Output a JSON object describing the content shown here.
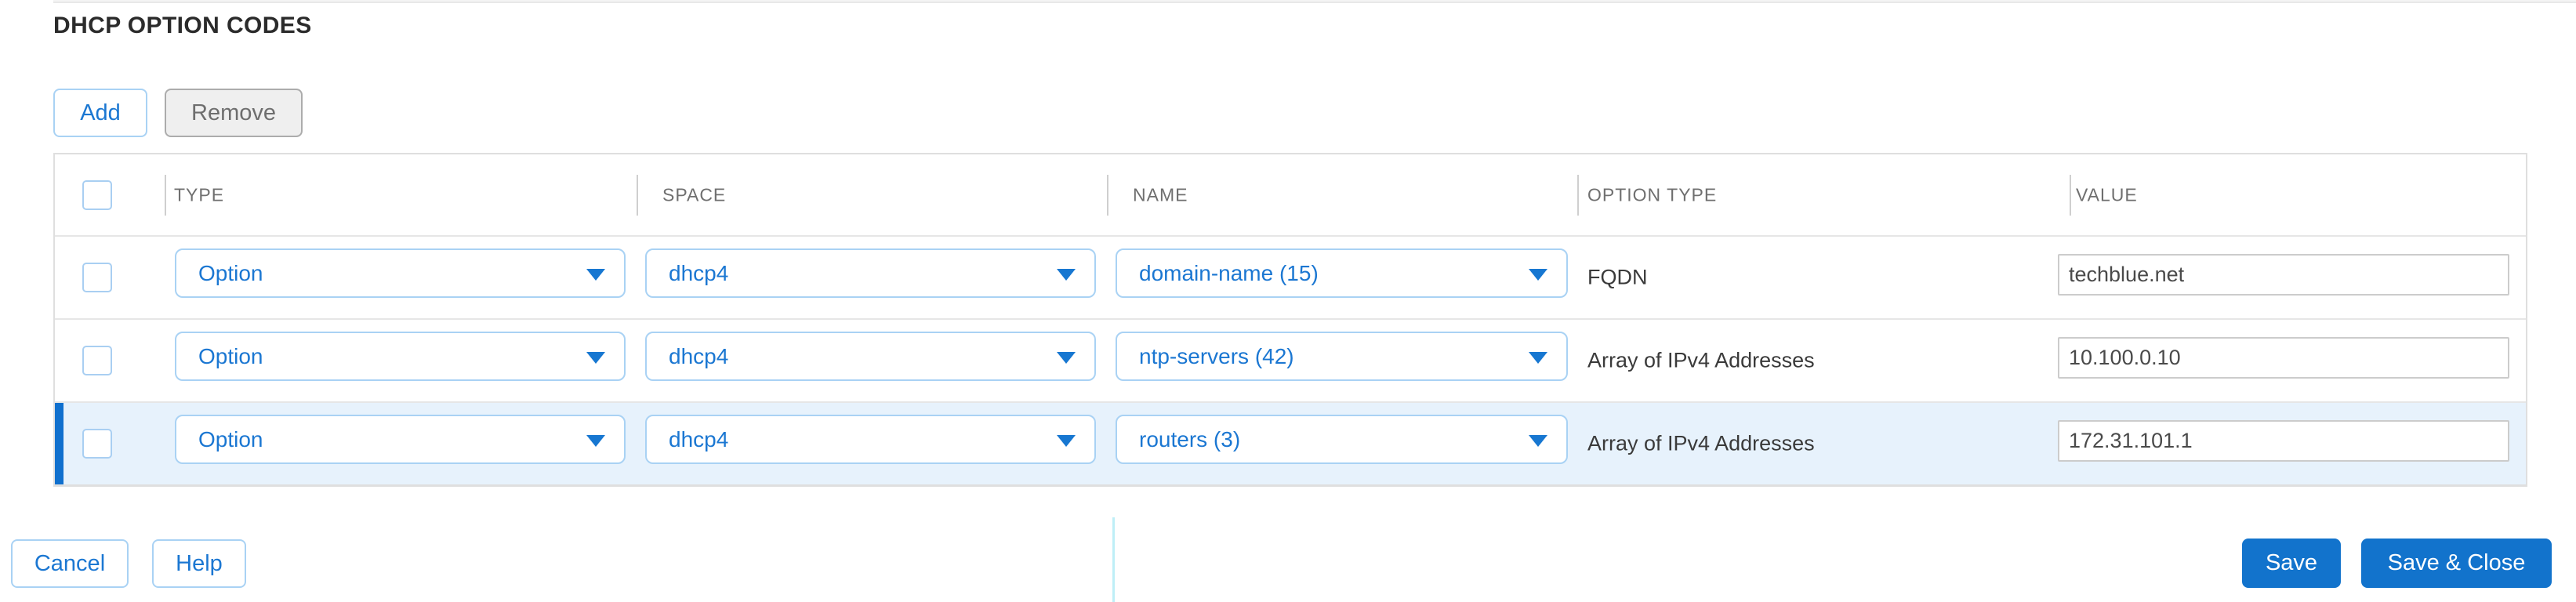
{
  "title": "DHCP OPTION CODES",
  "toolbar": {
    "add_label": "Add",
    "remove_label": "Remove"
  },
  "table": {
    "headers": {
      "type": "TYPE",
      "space": "SPACE",
      "name": "NAME",
      "option_type": "OPTION TYPE",
      "value": "VALUE"
    },
    "rows": [
      {
        "type": "Option",
        "space": "dhcp4",
        "name": "domain-name (15)",
        "option_type": "FQDN",
        "value": "techblue.net",
        "selected": false,
        "checked": false
      },
      {
        "type": "Option",
        "space": "dhcp4",
        "name": "ntp-servers (42)",
        "option_type": "Array of IPv4 Addresses",
        "value": "10.100.0.10",
        "selected": false,
        "checked": false
      },
      {
        "type": "Option",
        "space": "dhcp4",
        "name": "routers (3)",
        "option_type": "Array of IPv4 Addresses",
        "value": "172.31.101.1",
        "selected": true,
        "checked": false
      }
    ]
  },
  "footer": {
    "cancel_label": "Cancel",
    "help_label": "Help",
    "save_label": "Save",
    "save_close_label": "Save & Close"
  },
  "colors": {
    "primary_blue": "#1273cc",
    "link_blue": "#1b77d2",
    "select_border": "#a9d2f4",
    "row_highlight": "#e7f2fc",
    "selected_row_bar": "#1070ce",
    "disabled_button_bg": "#efefef"
  }
}
